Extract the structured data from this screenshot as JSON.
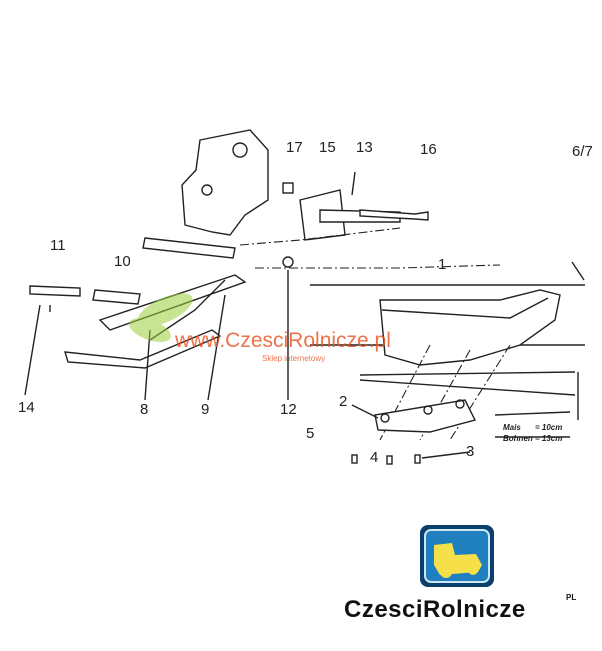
{
  "diagram": {
    "callouts": [
      "17",
      "15",
      "13",
      "16",
      "6/7",
      "1",
      "11",
      "10",
      "14",
      "8",
      "9",
      "12",
      "2",
      "5",
      "4",
      "3"
    ],
    "legend": [
      {
        "crop": "Mais",
        "value": "= 10cm"
      },
      {
        "crop": "Bohnen",
        "value": "= 13cm"
      }
    ]
  },
  "watermark": {
    "url": "www.CzesciRolnicze.pl",
    "subtitle": "Sklep internetowy",
    "color": "#e8501f"
  },
  "logo": {
    "text": "CzesciRolnicze",
    "superscript": "PL",
    "badge_color": "#1f7fbf",
    "tractor_color": "#f5e04a"
  }
}
